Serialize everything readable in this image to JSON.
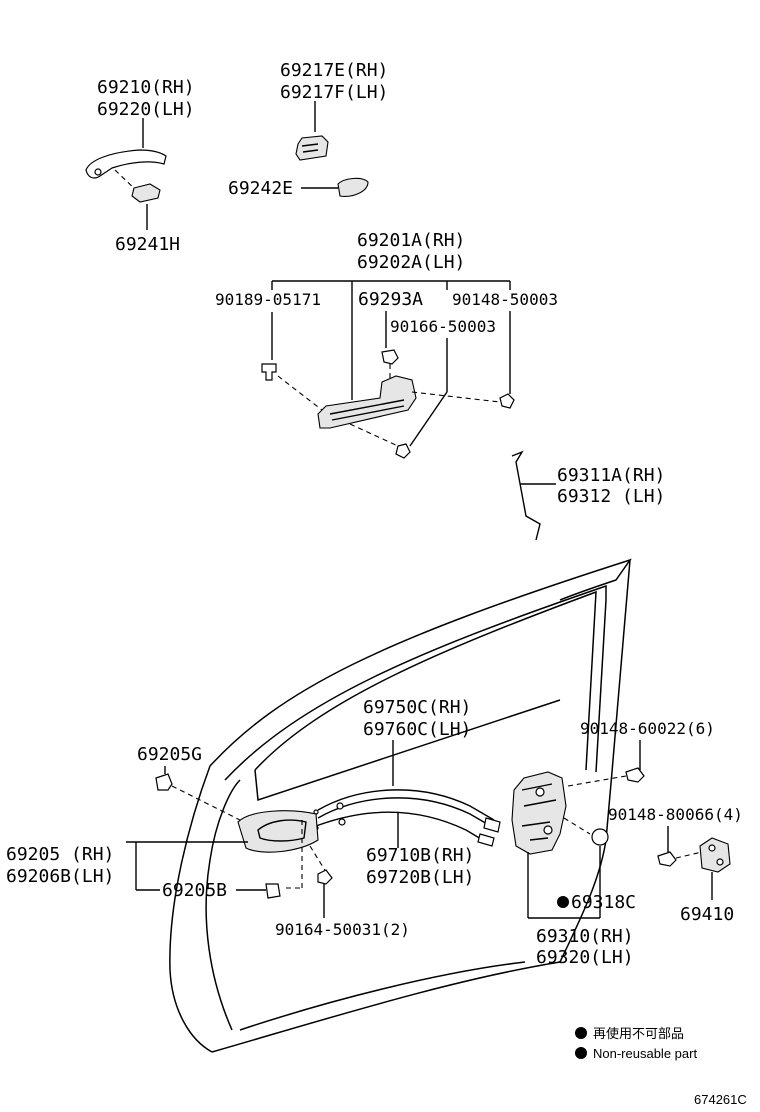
{
  "parts": {
    "handle_rh": "69210(RH)",
    "handle_lh": "69220(LH)",
    "pad_outer": "69241H",
    "cover_rh": "69217E(RH)",
    "cover_lh": "69217F(LH)",
    "pad_cover": "69242E",
    "frame_rh": "69201A(RH)",
    "frame_lh": "69202A(LH)",
    "bolt_90189": "90189-05171",
    "clip_69293": "69293A",
    "bolt_90148_50003": "90148-50003",
    "bolt_90166": "90166-50003",
    "rod_rh": "69311A(RH)",
    "rod_lh": "69312  (LH)",
    "cable_rh": "69750C(RH)",
    "cable_lh": "69760C(LH)",
    "clip_69205g": "69205G",
    "inside_handle_rh": "69205  (RH)",
    "inside_handle_lh": "69206B(LH)",
    "cover_69205b": "69205B",
    "screw_90164": "90164-50031(2)",
    "cable2_rh": "69710B(RH)",
    "cable2_lh": "69720B(LH)",
    "screw_90148_60022": "90148-60022(6)",
    "screw_90148_80066": "90148-80066(4)",
    "striker": "69410",
    "grommet": "69318C",
    "lock_rh": "69310(RH)",
    "lock_lh": "69320(LH)"
  },
  "legend": {
    "jp": "再使用不可部品",
    "en": "Non-reusable part"
  },
  "figure_code": "674261C"
}
